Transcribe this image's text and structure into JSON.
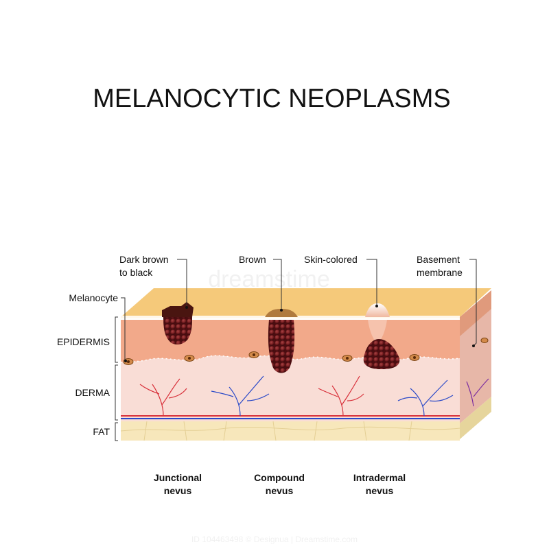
{
  "title": "MELANOCYTIC NEOPLASMS",
  "callouts": {
    "dark_brown": [
      "Dark brown",
      "to black"
    ],
    "brown": "Brown",
    "skin_colored": "Skin-colored",
    "basement": [
      "Basement",
      "membrane"
    ]
  },
  "layers": {
    "melanocyte": "Melanocyte",
    "epidermis": "EPIDERMIS",
    "derma": "DERMA",
    "fat": "FAT"
  },
  "nevus_types": [
    [
      "Junctional",
      "nevus"
    ],
    [
      "Compound",
      "nevus"
    ],
    [
      "Intradermal",
      "nevus"
    ]
  ],
  "watermark": {
    "text": "dreamstime",
    "id_line": "ID 104463498 © Designua | Dreamstime.com"
  },
  "colors": {
    "skin_surface": "#f5c97a",
    "epidermis": "#f2a98a",
    "derma": "#f9ddd6",
    "fat": "#f7e7bb",
    "nevus": "#6b1a1a",
    "artery": "#d8303a",
    "vein": "#2a49c8"
  }
}
